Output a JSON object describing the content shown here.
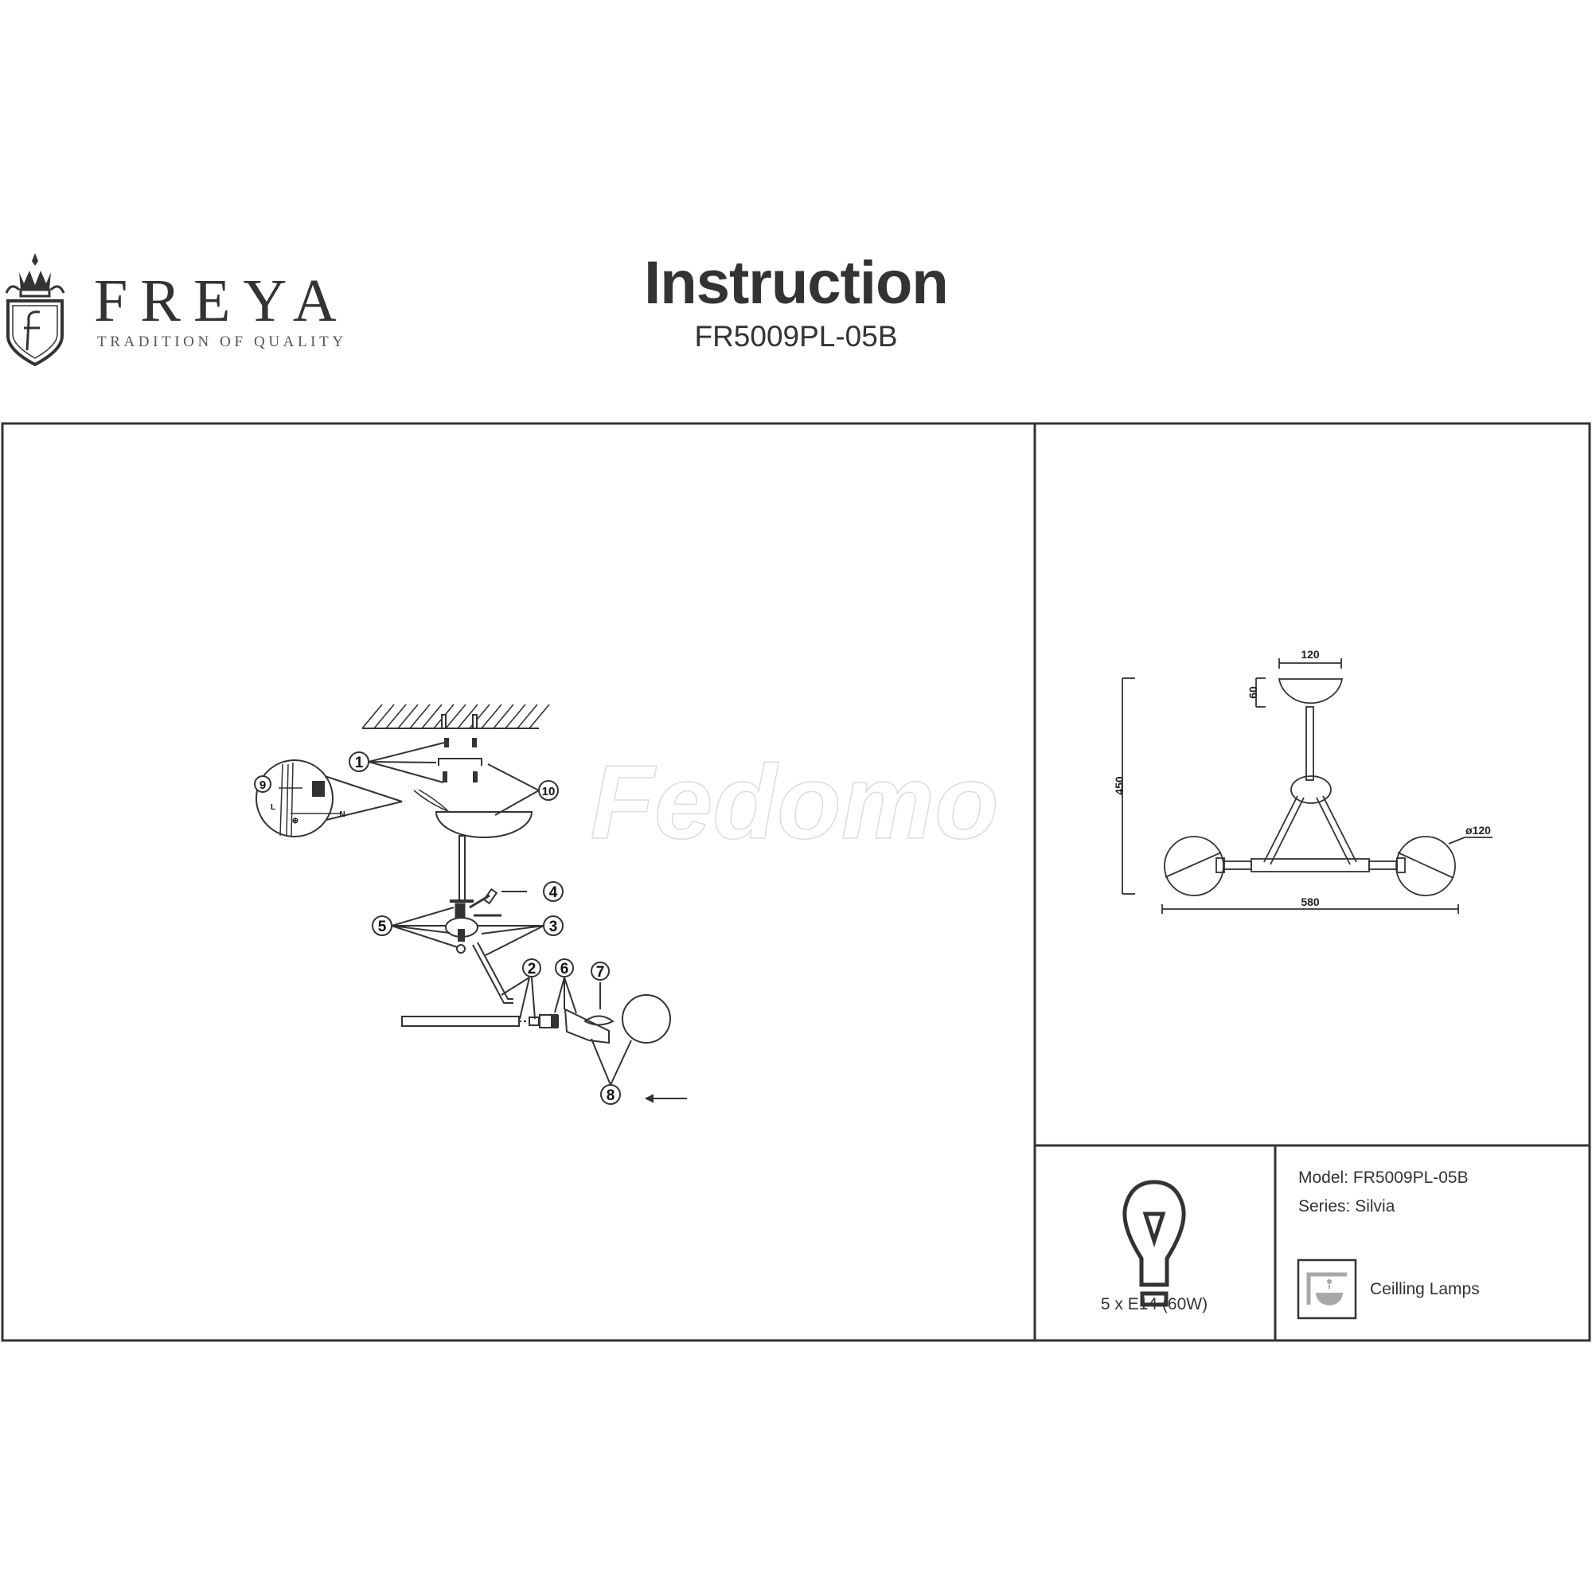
{
  "header": {
    "brand": "FREYA",
    "tagline": "TRADITION OF QUALITY",
    "title": "Instruction",
    "model_code": "FR5009PL-05B"
  },
  "assembly": {
    "steps": [
      "1",
      "2",
      "3",
      "4",
      "5",
      "6",
      "7",
      "8",
      "9",
      "10"
    ],
    "wiring_labels": {
      "live": "L",
      "neutral": "N",
      "earth": "⊕"
    }
  },
  "dimensions": {
    "canopy_width": "120",
    "canopy_height": "60",
    "total_height": "450",
    "total_width": "580",
    "globe_diameter": "ø120"
  },
  "specs": {
    "bulb": "5 x E14 (60W)",
    "model": "Model: FR5009PL-05B",
    "series": "Series: Silvia",
    "category": "Ceilling Lamps"
  },
  "watermark": "Fedomo",
  "colors": {
    "line": "#333333",
    "icon_gray": "#a8a8a8"
  }
}
